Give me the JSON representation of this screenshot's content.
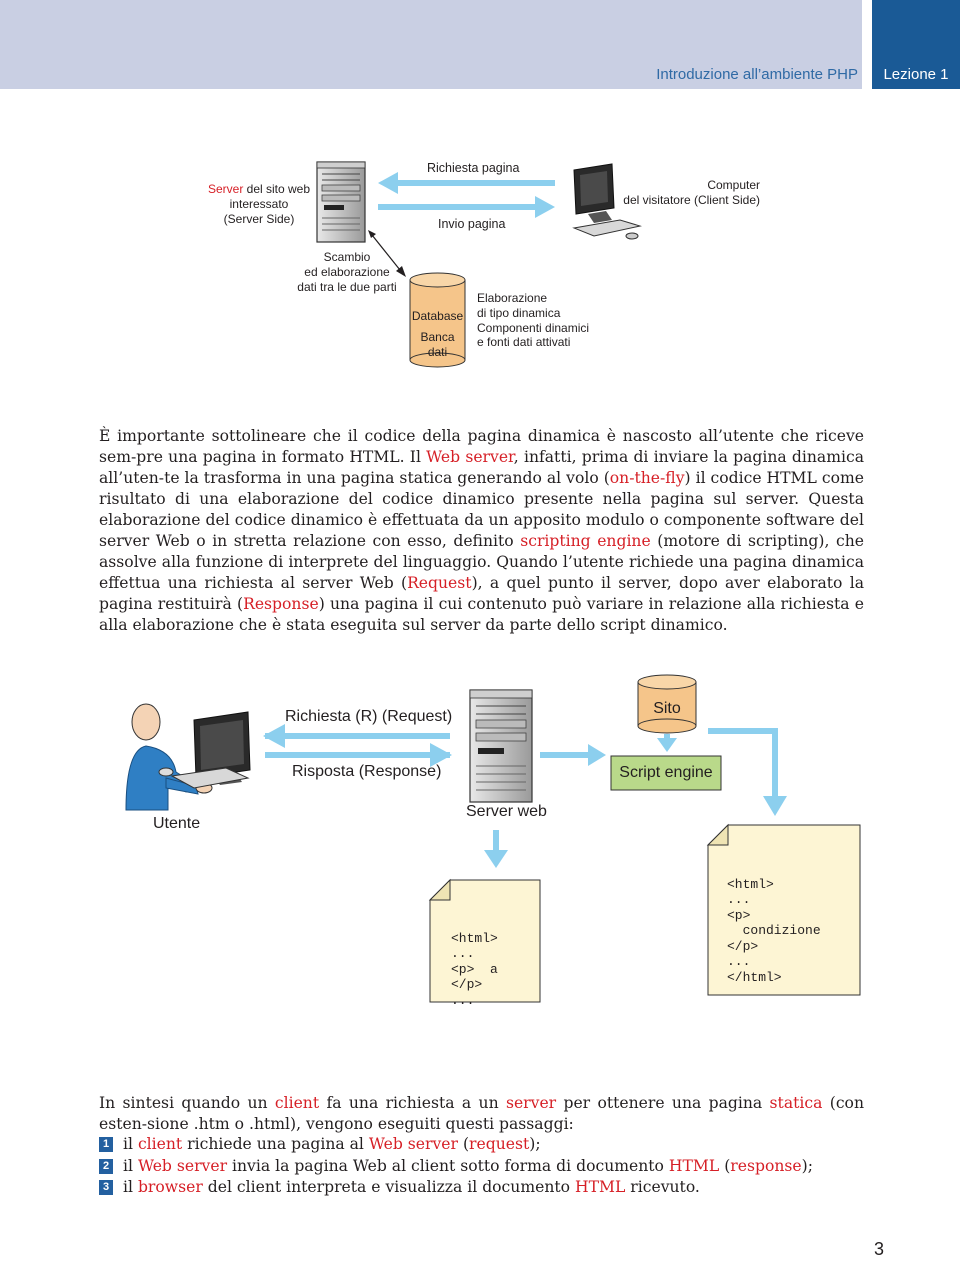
{
  "header": {
    "section_title": "Introduzione all’ambiente PHP",
    "lesson": "Lezione 1"
  },
  "diagram1": {
    "server_label_red": "Server",
    "server_label_rest1": " del sito web",
    "server_label_line2": "interessato",
    "server_label_line3": "(Server Side)",
    "request_label": "Richiesta pagina",
    "send_label": "Invio pagina",
    "client_line1": "Computer",
    "client_line2": "del visitatore (Client Side)",
    "exchange_line1": "Scambio",
    "exchange_line2": "ed elaborazione",
    "exchange_line3": "dati tra le due parti",
    "db_top": "Database",
    "db_line1": "Banca",
    "db_line2": "dati",
    "proc_line1": "Elaborazione",
    "proc_line2": "di tipo dinamica",
    "proc_line3": "Componenti dinamici",
    "proc_line4": "e fonti dati attivati"
  },
  "paragraph1": {
    "s1": "È importante sottolineare che il codice della pagina dinamica è nascosto all’utente che riceve sem-pre una pagina in formato HTML. Il ",
    "k1": "Web server",
    "s2": ", infatti, prima di inviare la pagina dinamica all’uten-te la trasforma in una pagina statica generando al volo (",
    "k2": "on-the-fly",
    "s3": ") il codice HTML come risultato di una elaborazione del codice dinamico presente nella pagina sul server. Questa elaborazione del codice dinamico è effettuata da un apposito modulo o componente software del server Web o in stretta relazione con esso, definito ",
    "k3": "scripting engine",
    "s4": " (motore di scripting), che assolve alla funzione di interprete del linguaggio. Quando l’utente richiede una pagina dinamica effettua una richiesta al server Web (",
    "k4": "Request",
    "s5": "), a quel punto il server, dopo aver elaborato la pagina restituirà (",
    "k5": "Response",
    "s6": ") una pagina il cui contenuto può variare in relazione alla richiesta e alla elaborazione che è stata eseguita sul server da parte dello script dinamico."
  },
  "diagram2": {
    "request": "Richiesta (R) (Request)",
    "response": "Risposta (Response)",
    "user": "Utente",
    "server": "Server web",
    "site": "Sito",
    "engine": "Script engine",
    "doc1": [
      "<html>",
      "...",
      "<p>  a",
      "</p>",
      "..."
    ],
    "doc2": [
      "<html>",
      "...",
      "<p>",
      "  condizione",
      "</p>",
      "...",
      "</html>"
    ]
  },
  "paragraph2": {
    "s1": "In sintesi quando un ",
    "k1": "client",
    "s2": " fa una richiesta a un ",
    "k2": "server",
    "s3": " per ottenere una pagina ",
    "k3": "statica",
    "s4": " (con esten-sione .htm o .html), vengono eseguiti questi passaggi:"
  },
  "steps": [
    {
      "num": "1",
      "a": "il ",
      "k1": "client",
      "b": " richiede una pagina al ",
      "k2": "Web server",
      "c": " (",
      "k3": "request",
      "d": ");"
    },
    {
      "num": "2",
      "a": "il ",
      "k1": "Web server",
      "b": " invia la pagina Web al client sotto forma di documento ",
      "k2": "HTML",
      "c": " (",
      "k3": "response",
      "d": ");"
    },
    {
      "num": "3",
      "a": "il ",
      "k1": "browser",
      "b": " del client interpreta e visualizza il documento ",
      "k2": "HTML",
      "c": "",
      "k3": "",
      "d": " ricevuto."
    }
  ],
  "page_number": "3",
  "colors": {
    "accent_red": "#d61f26",
    "header_blue": "#1a5a96",
    "arrow_blue": "#8ccfee",
    "note_yellow": "#fdf5d4",
    "db_orange": "#f5c58a",
    "engine_green": "#b9d98a"
  }
}
